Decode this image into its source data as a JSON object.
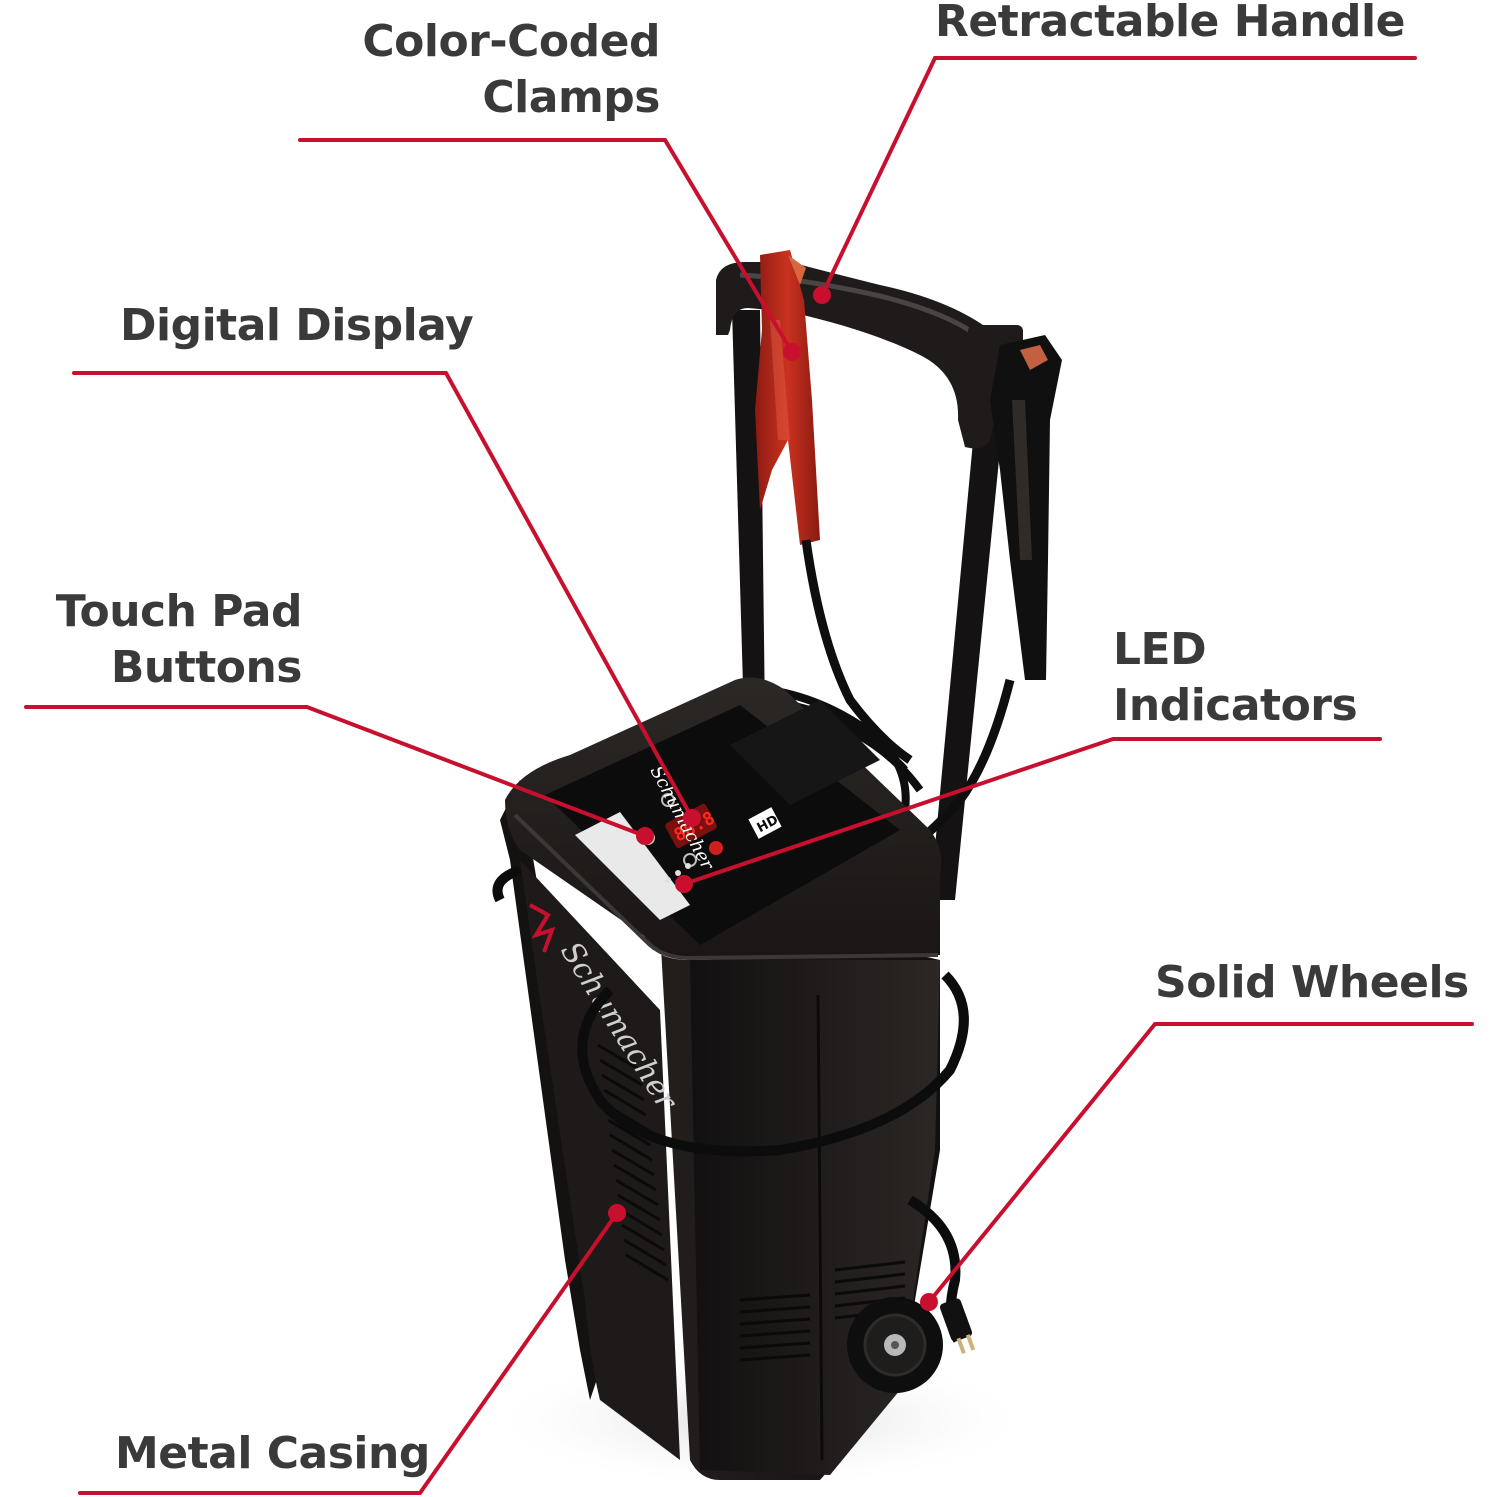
{
  "product": {
    "brand_logo_text": "Schumacher",
    "display_readout": "88.8",
    "badge_text": "HD"
  },
  "callouts": {
    "clamps": {
      "line1": "Color-Coded",
      "line2": "Clamps"
    },
    "handle": {
      "line1": "Retractable Handle"
    },
    "display": {
      "line1": "Digital Display"
    },
    "touchpad": {
      "line1": "Touch Pad",
      "line2": "Buttons"
    },
    "led": {
      "line1": "LED",
      "line2": "Indicators"
    },
    "wheels": {
      "line1": "Solid Wheels"
    },
    "casing": {
      "line1": "Metal Casing"
    }
  },
  "colors": {
    "leader": "#c8102e",
    "label": "#3a3a3a",
    "body": "#1b1817",
    "body_highlight": "#2d2927",
    "clamp_red": "#b3241a",
    "panel": "#0c0c0c"
  }
}
